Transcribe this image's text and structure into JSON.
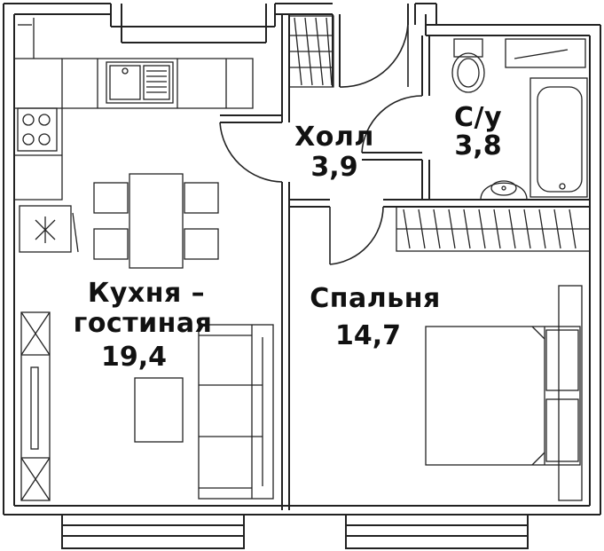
{
  "rooms": {
    "kitchen": {
      "name_line1": "Кухня –",
      "name_line2": "гостиная",
      "area": "19,4"
    },
    "hall": {
      "name": "Холл",
      "area": "3,9"
    },
    "bathroom": {
      "name": "С/у",
      "area": "3,8"
    },
    "bedroom": {
      "name": "Спальня",
      "area": "14,7"
    }
  },
  "colors": {
    "wall": "#222222",
    "line": "#333333",
    "background": "#ffffff"
  }
}
